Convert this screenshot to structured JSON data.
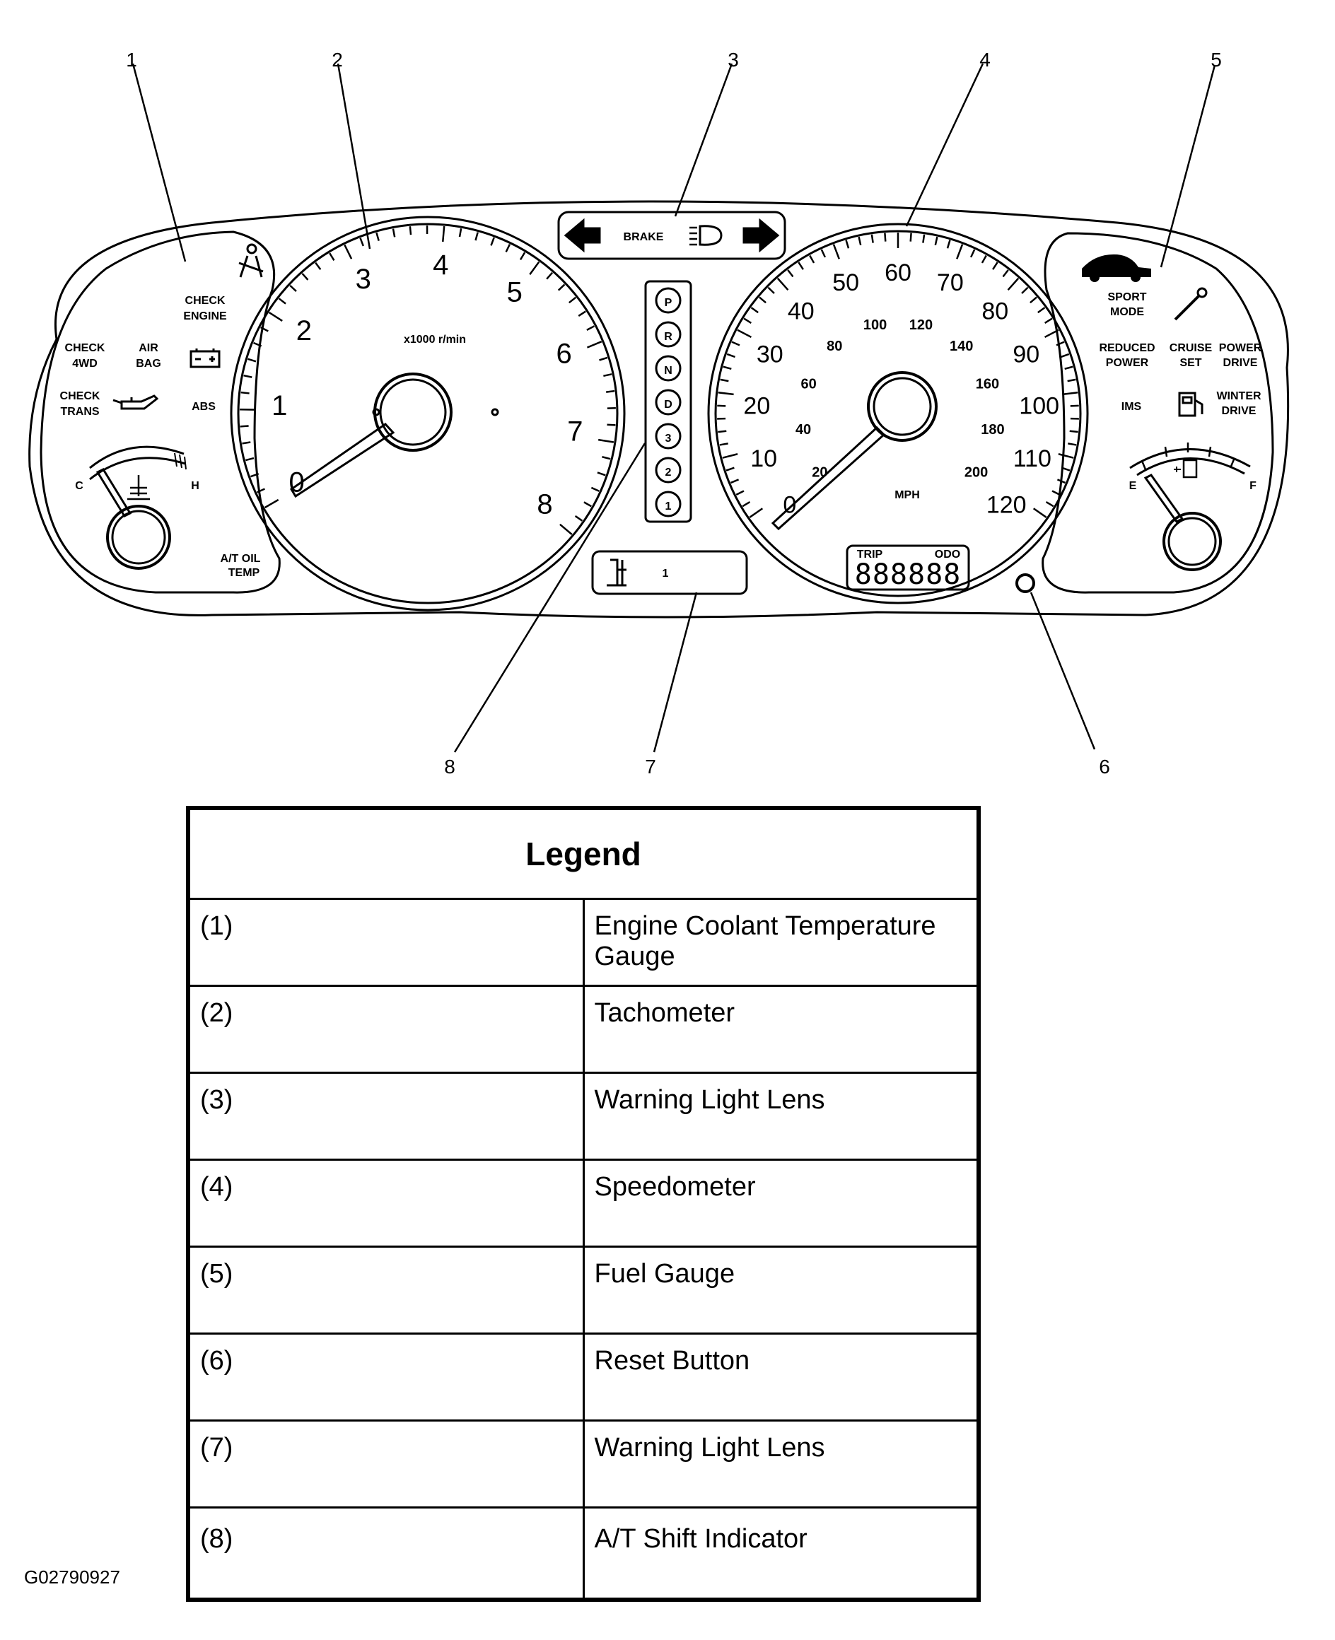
{
  "callouts": [
    "1",
    "2",
    "3",
    "4",
    "5",
    "6",
    "7",
    "8"
  ],
  "tachometer": {
    "scale_label": "x1000 r/min",
    "numbers": [
      "0",
      "1",
      "2",
      "3",
      "4",
      "5",
      "6",
      "7",
      "8"
    ]
  },
  "speedometer": {
    "unit": "MPH",
    "mph_numbers": [
      "0",
      "10",
      "20",
      "30",
      "40",
      "50",
      "60",
      "70",
      "80",
      "90",
      "100",
      "110",
      "120"
    ],
    "kmh_numbers": [
      "20",
      "40",
      "60",
      "80",
      "100",
      "120",
      "140",
      "160",
      "180",
      "200"
    ],
    "trip_label": "TRIP",
    "odo_label": "ODO",
    "odometer_value": "888888"
  },
  "warning_lens_top": {
    "brake": "BRAKE"
  },
  "shift_indicator": [
    "P",
    "R",
    "N",
    "D",
    "3",
    "2",
    "1"
  ],
  "lower_lens": {
    "value": "1"
  },
  "left_pod": {
    "check_engine": [
      "CHECK",
      "ENGINE"
    ],
    "check_4wd": [
      "CHECK",
      "4WD"
    ],
    "air_bag": [
      "AIR",
      "BAG"
    ],
    "check_trans": [
      "CHECK",
      "TRANS"
    ],
    "abs": "ABS",
    "at_oil_temp": [
      "A/T OIL",
      "TEMP"
    ],
    "temp_low": "C",
    "temp_high": "H"
  },
  "right_pod": {
    "sport_mode": [
      "SPORT",
      "MODE"
    ],
    "reduced_power": [
      "REDUCED",
      "POWER"
    ],
    "cruise_set": [
      "CRUISE",
      "SET"
    ],
    "power_drive": [
      "POWER",
      "DRIVE"
    ],
    "winter_drive": [
      "WINTER",
      "DRIVE"
    ],
    "ims": "IMS",
    "fuel_empty": "E",
    "fuel_full": "F"
  },
  "legend": {
    "title": "Legend",
    "rows": [
      {
        "num": "(1)",
        "desc": "Engine Coolant Temperature Gauge"
      },
      {
        "num": "(2)",
        "desc": "Tachometer"
      },
      {
        "num": "(3)",
        "desc": "Warning Light Lens"
      },
      {
        "num": "(4)",
        "desc": "Speedometer"
      },
      {
        "num": "(5)",
        "desc": "Fuel Gauge"
      },
      {
        "num": "(6)",
        "desc": "Reset Button"
      },
      {
        "num": "(7)",
        "desc": "Warning Light Lens"
      },
      {
        "num": "(8)",
        "desc": "A/T Shift Indicator"
      }
    ]
  },
  "figure_id": "G02790927"
}
